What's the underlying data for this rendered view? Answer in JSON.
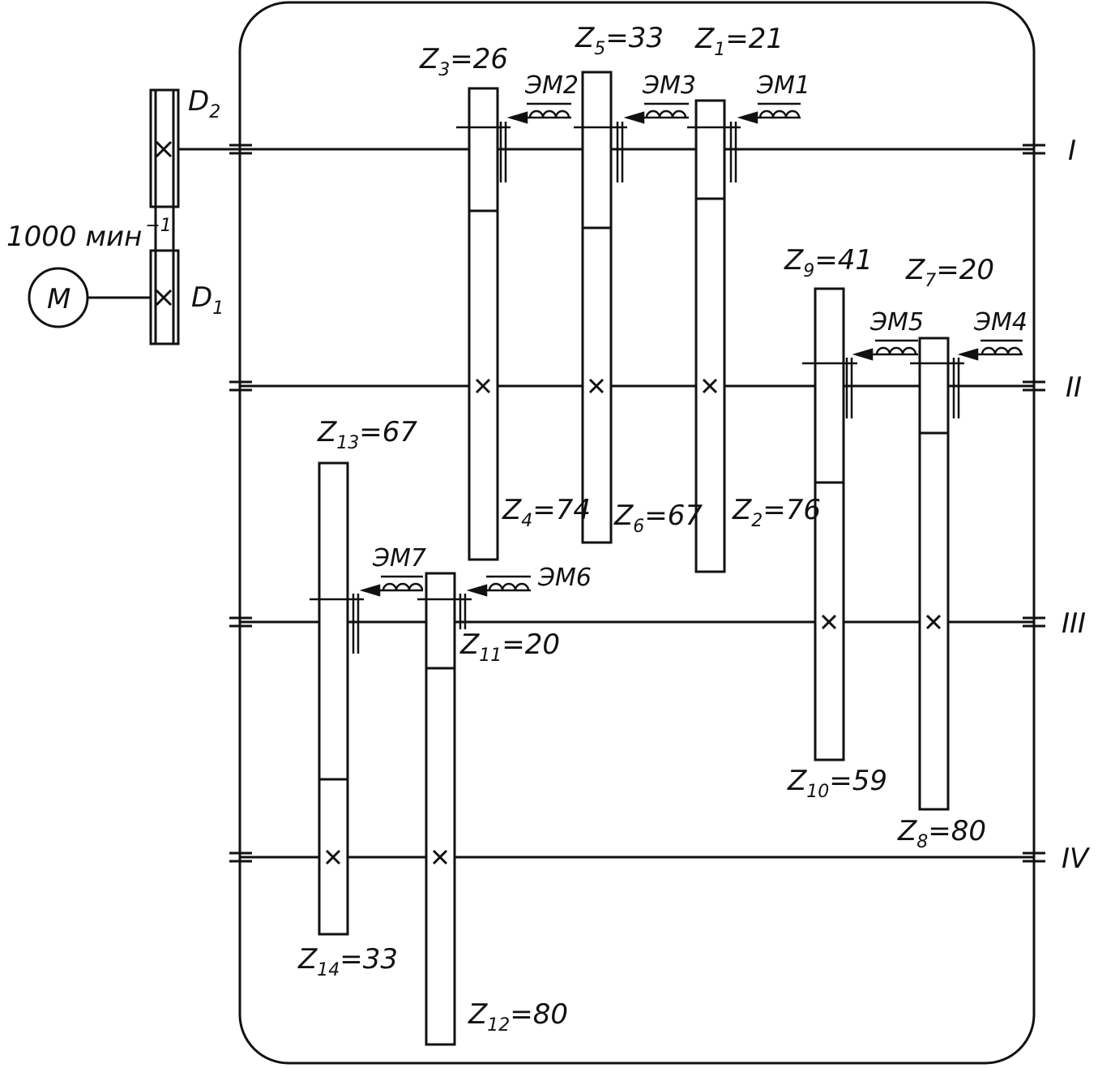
{
  "motor": {
    "label": "M",
    "speed_value": "1000 мин",
    "speed_exp": "−1"
  },
  "pulleys": [
    {
      "main": "D",
      "sub": "2"
    },
    {
      "main": "D",
      "sub": "1"
    }
  ],
  "shafts": [
    {
      "label": "I"
    },
    {
      "label": "II"
    },
    {
      "label": "III"
    },
    {
      "label": "IV"
    }
  ],
  "gears": [
    {
      "id": "z1",
      "main": "Z",
      "sub": "1",
      "value": "=21"
    },
    {
      "id": "z2",
      "main": "Z",
      "sub": "2",
      "value": "=76"
    },
    {
      "id": "z3",
      "main": "Z",
      "sub": "3",
      "value": "=26"
    },
    {
      "id": "z4",
      "main": "Z",
      "sub": "4",
      "value": "=74"
    },
    {
      "id": "z5",
      "main": "Z",
      "sub": "5",
      "value": "=33"
    },
    {
      "id": "z6",
      "main": "Z",
      "sub": "6",
      "value": "=67"
    },
    {
      "id": "z7",
      "main": "Z",
      "sub": "7",
      "value": "=20"
    },
    {
      "id": "z8",
      "main": "Z",
      "sub": "8",
      "value": "=80"
    },
    {
      "id": "z9",
      "main": "Z",
      "sub": "9",
      "value": "=41"
    },
    {
      "id": "z10",
      "main": "Z",
      "sub": "10",
      "value": "=59"
    },
    {
      "id": "z11",
      "main": "Z",
      "sub": "11",
      "value": "=20"
    },
    {
      "id": "z12",
      "main": "Z",
      "sub": "12",
      "value": "=80"
    },
    {
      "id": "z13",
      "main": "Z",
      "sub": "13",
      "value": "=67"
    },
    {
      "id": "z14",
      "main": "Z",
      "sub": "14",
      "value": "=33"
    }
  ],
  "clutches": [
    {
      "label": "ЭМ1"
    },
    {
      "label": "ЭМ2"
    },
    {
      "label": "ЭМ3"
    },
    {
      "label": "ЭМ4"
    },
    {
      "label": "ЭМ5"
    },
    {
      "label": "ЭМ6"
    },
    {
      "label": "ЭМ7"
    }
  ]
}
